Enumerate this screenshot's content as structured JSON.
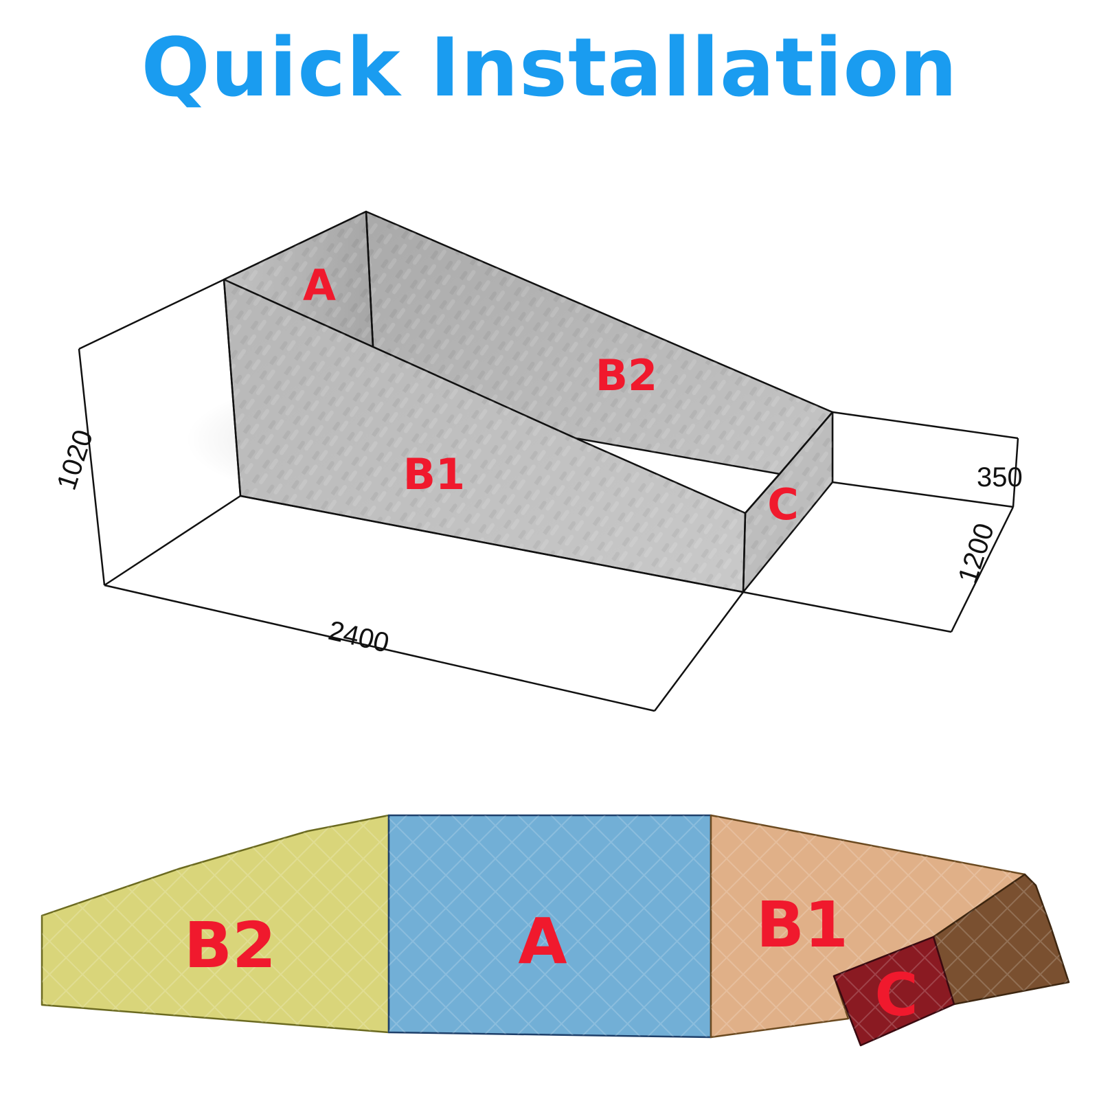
{
  "title": "Quick Installation",
  "dimensions": {
    "height": "1020",
    "length": "2400",
    "end_height": "350",
    "width": "1200"
  },
  "box_labels": {
    "a": "A",
    "b1": "B1",
    "b2": "B2",
    "c": "C"
  },
  "layout_labels": {
    "b2": "B2",
    "a": "A",
    "b1": "B1",
    "c": "C"
  },
  "colors": {
    "title": "#1a9cf0",
    "label": "#f0192d",
    "panel_b2": "#d9d57a",
    "panel_a": "#72afd6",
    "panel_b1": "#e0b088",
    "panel_b1_end": "#7a5030",
    "panel_c": "#8a1a22",
    "metal_panel": "#b4b4b4"
  }
}
